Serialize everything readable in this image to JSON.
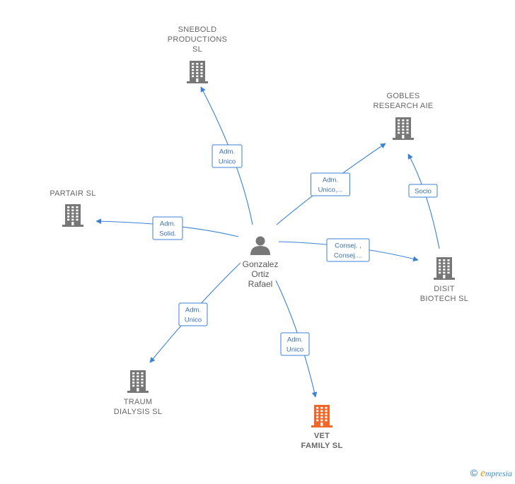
{
  "colors": {
    "edge": "#3b82d4",
    "building": "#777777",
    "building_highlight": "#f0672a",
    "person": "#777777"
  },
  "center": {
    "name_lines": [
      "Gonzalez",
      "Ortiz",
      "Rafael"
    ],
    "icon": "person-icon"
  },
  "companies": [
    {
      "id": "snebold",
      "name_lines": [
        "SNEBOLD",
        "PRODUCTIONS",
        "SL"
      ],
      "icon": "building-icon",
      "highlight": false
    },
    {
      "id": "gobles",
      "name_lines": [
        "GOBLES",
        "RESEARCH AIE"
      ],
      "icon": "building-icon",
      "highlight": false
    },
    {
      "id": "partair",
      "name_lines": [
        "PARTAIR  SL"
      ],
      "icon": "building-icon",
      "highlight": false
    },
    {
      "id": "disit",
      "name_lines": [
        "DISIT",
        "BIOTECH  SL"
      ],
      "icon": "building-icon",
      "highlight": false
    },
    {
      "id": "traum",
      "name_lines": [
        "TRAUM",
        "DIALYSIS  SL"
      ],
      "icon": "building-icon",
      "highlight": false
    },
    {
      "id": "vet",
      "name_lines": [
        "VET",
        "FAMILY  SL"
      ],
      "icon": "building-icon",
      "highlight": true
    }
  ],
  "edges": [
    {
      "from": "center",
      "to": "snebold",
      "label_lines": [
        "Adm.",
        "Unico"
      ]
    },
    {
      "from": "center",
      "to": "gobles",
      "label_lines": [
        "Adm.",
        "Unico,..."
      ]
    },
    {
      "from": "center",
      "to": "partair",
      "label_lines": [
        "Adm.",
        "Solid."
      ]
    },
    {
      "from": "center",
      "to": "disit",
      "label_lines": [
        "Consej. ,",
        "Consej...."
      ]
    },
    {
      "from": "center",
      "to": "traum",
      "label_lines": [
        "Adm.",
        "Unico"
      ]
    },
    {
      "from": "center",
      "to": "vet",
      "label_lines": [
        "Adm.",
        "Unico"
      ]
    },
    {
      "from": "disit",
      "to": "gobles",
      "label_lines": [
        "Socio"
      ]
    }
  ],
  "footer": {
    "copyright_symbol": "©",
    "brand_initial": "e",
    "brand_rest": "mpresia"
  }
}
